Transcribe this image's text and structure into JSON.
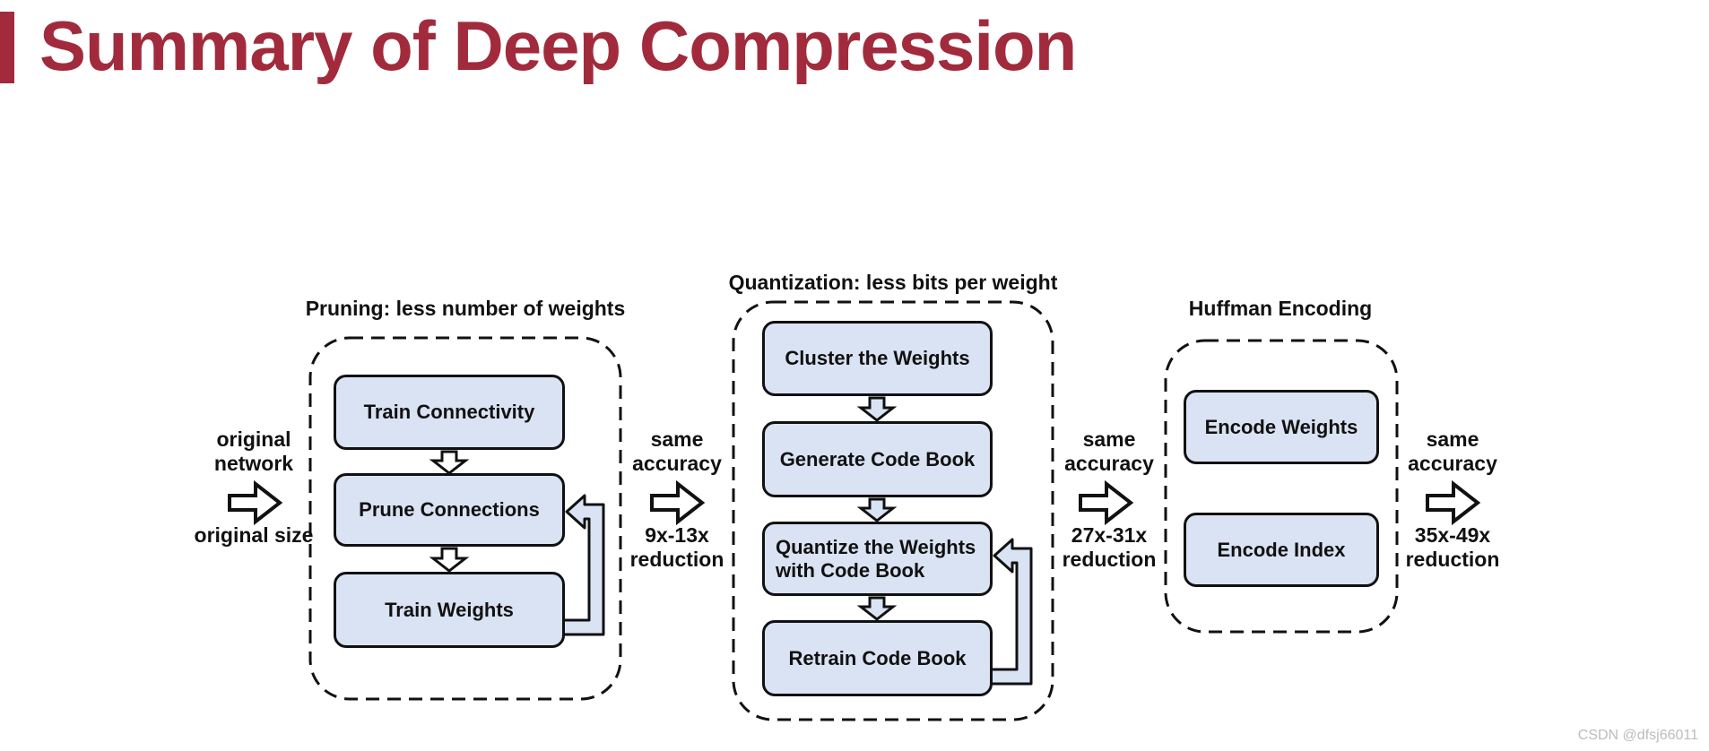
{
  "title": "Summary of Deep Compression",
  "colors": {
    "accent": "#A12B3C",
    "box_fill": "#DAE3F3",
    "line": "#111111"
  },
  "stages": {
    "pruning": {
      "label": "Pruning: less number of weights",
      "boxes": [
        "Train Connectivity",
        "Prune Connections",
        "Train Weights"
      ],
      "feedback_loop": "Train Weights back to Prune Connections"
    },
    "quantization": {
      "label": "Quantization: less bits per weight",
      "boxes": [
        "Cluster the Weights",
        "Generate Code Book",
        "Quantize the Weights with Code Book",
        "Retrain Code Book"
      ],
      "feedback_loop": "Retrain Code Book back to Quantize the Weights with Code Book"
    },
    "huffman": {
      "label": "Huffman Encoding",
      "boxes": [
        "Encode Weights",
        "Encode Index"
      ]
    }
  },
  "connectors": [
    {
      "top": "original network",
      "bottom": "original size"
    },
    {
      "top": "same accuracy",
      "bottom": "9x-13x reduction"
    },
    {
      "top": "same accuracy",
      "bottom": "27x-31x reduction"
    },
    {
      "top": "same accuracy",
      "bottom": "35x-49x reduction"
    }
  ],
  "watermark": "CSDN @dfsj66011"
}
